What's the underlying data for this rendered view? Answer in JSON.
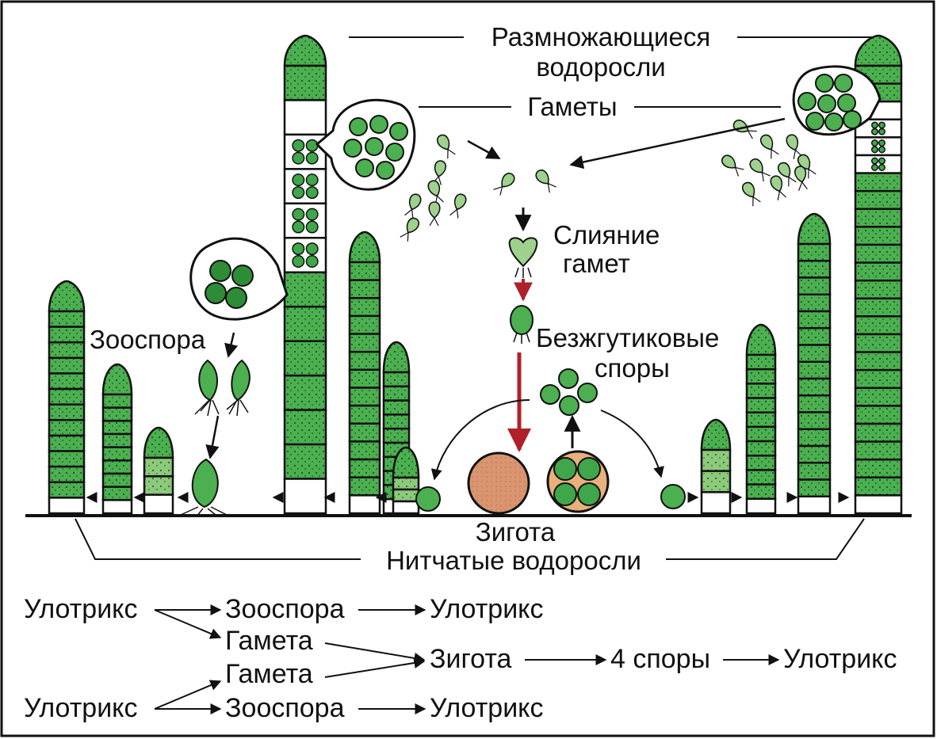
{
  "labels": {
    "reproducing_algae_line1": "Размножающиеся",
    "reproducing_algae_line2": "водоросли",
    "gametes": "Гаметы",
    "gamete_fusion_line1": "Слияние",
    "gamete_fusion_line2": "гамет",
    "zoospore": "Зооспора",
    "aflagellate_spores_line1": "Безжгутиковые",
    "aflagellate_spores_line2": "споры",
    "zygote": "Зигота",
    "filamentous_algae": "Нитчатые водоросли"
  },
  "scheme": {
    "row1_start": "Улотрикс",
    "row1_zoospore": "Зооспора",
    "row1_end": "Улотрикс",
    "gamete_top": "Гамета",
    "gamete_bottom": "Гамета",
    "zygote": "Зигота",
    "spores": "4 споры",
    "zygote_result": "Улотрикс",
    "row4_start": "Улотрикс",
    "row4_zoospore": "Зооспора",
    "row4_end": "Улотрикс"
  },
  "colors": {
    "cell_green": "#3fa64a",
    "cell_light_green": "#9fd18e",
    "zygote_fill": "#d9956f",
    "red_arrow": "#b0202a",
    "outline": "#111111"
  }
}
